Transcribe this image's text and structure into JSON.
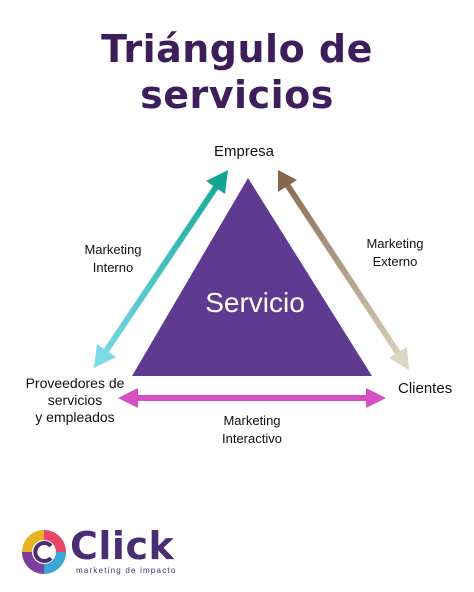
{
  "title": {
    "line1": "Triángulo de",
    "line2": "servicios"
  },
  "center": {
    "label": "Servicio"
  },
  "nodes": {
    "top": "Empresa",
    "right": "Clientes",
    "left": [
      "Proveedores de",
      "servicios",
      "y empleados"
    ]
  },
  "edges": {
    "left": [
      "Marketing",
      "Interno"
    ],
    "right": [
      "Marketing",
      "Externo"
    ],
    "bottom": [
      "Marketing",
      "Interactivo"
    ]
  },
  "logo": {
    "word": "Click",
    "tagline": "marketing de impacto"
  },
  "colors": {
    "title": "#3d1d5a",
    "triangle": "#5e3a91",
    "edge_internal": [
      "#6fd6e0",
      "#14a89a"
    ],
    "edge_external": [
      "#8a6d55",
      "#d6cfb8"
    ],
    "edge_interactive": "#d84fc4",
    "logo": "#4a2d73"
  }
}
